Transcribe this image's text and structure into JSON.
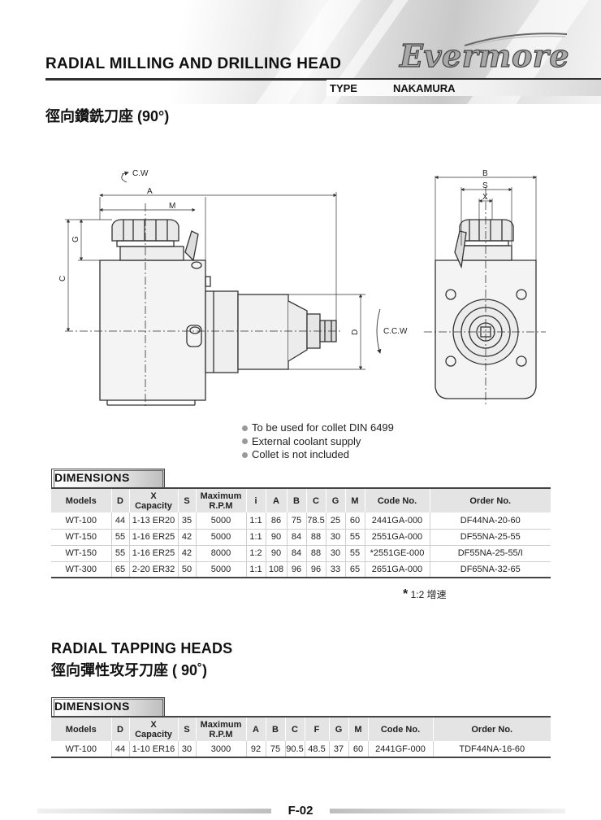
{
  "header": {
    "title": "RADIAL MILLING AND DRILLING HEAD",
    "type_label": "TYPE",
    "machine_brand": "NAKAMURA",
    "logo_text": "Evermore",
    "title_cn": "徑向鑽銑刀座 (90°)"
  },
  "drawing": {
    "labels": {
      "cw": "C.W",
      "ccw": "C.C.W",
      "a": "A",
      "m": "M",
      "g": "G",
      "c": "C",
      "d": "D",
      "b": "B",
      "s": "S",
      "x": "X"
    }
  },
  "notes": [
    "To be used for collet DIN 6499",
    "External coolant supply",
    "Collet is not included"
  ],
  "table1": {
    "tab_label": "DIMENSIONS",
    "headers": {
      "models": "Models",
      "d": "D",
      "x_top": "X",
      "x_bottom": "Capacity",
      "s": "S",
      "rpm_top": "Maximum",
      "rpm_bottom": "R.P.M",
      "i": "i",
      "a": "A",
      "b": "B",
      "c": "C",
      "g": "G",
      "m": "M",
      "code": "Code No.",
      "order": "Order No."
    },
    "rows": [
      {
        "model": "WT-100",
        "d": "44",
        "cap": "1-13 ER20",
        "s": "35",
        "rpm": "5000",
        "i": "1:1",
        "a": "86",
        "b": "75",
        "c": "78.5",
        "g": "25",
        "m": "60",
        "code": "2441GA-000",
        "order": "DF44NA-20-60"
      },
      {
        "model": "WT-150",
        "d": "55",
        "cap": "1-16 ER25",
        "s": "42",
        "rpm": "5000",
        "i": "1:1",
        "a": "90",
        "b": "84",
        "c": "88",
        "g": "30",
        "m": "55",
        "code": "2551GA-000",
        "order": "DF55NA-25-55"
      },
      {
        "model": "WT-150",
        "d": "55",
        "cap": "1-16 ER25",
        "s": "42",
        "rpm": "8000",
        "i": "1:2",
        "a": "90",
        "b": "84",
        "c": "88",
        "g": "30",
        "m": "55",
        "code": "*2551GE-000",
        "order": "DF55NA-25-55/I"
      },
      {
        "model": "WT-300",
        "d": "65",
        "cap": "2-20 ER32",
        "s": "50",
        "rpm": "5000",
        "i": "1:1",
        "a": "108",
        "b": "96",
        "c": "96",
        "g": "33",
        "m": "65",
        "code": "2651GA-000",
        "order": "DF65NA-32-65"
      }
    ],
    "footnote_mark": "*",
    "footnote_text": "1:2 增速"
  },
  "section2": {
    "title": "RADIAL TAPPING HEADS",
    "title_cn": "徑向彈性攻牙刀座 ( 90˚)"
  },
  "table2": {
    "tab_label": "DIMENSIONS",
    "headers": {
      "models": "Models",
      "d": "D",
      "x_top": "X",
      "x_bottom": "Capacity",
      "s": "S",
      "rpm_top": "Maximum",
      "rpm_bottom": "R.P.M",
      "a": "A",
      "b": "B",
      "c": "C",
      "f": "F",
      "g": "G",
      "m": "M",
      "code": "Code No.",
      "order": "Order No."
    },
    "rows": [
      {
        "model": "WT-100",
        "d": "44",
        "cap": "1-10 ER16",
        "s": "30",
        "rpm": "3000",
        "a": "92",
        "b": "75",
        "c": "90.5",
        "f": "48.5",
        "g": "37",
        "m": "60",
        "code": "2441GF-000",
        "order": "TDF44NA-16-60"
      }
    ]
  },
  "footer": {
    "page_number": "F-02"
  }
}
